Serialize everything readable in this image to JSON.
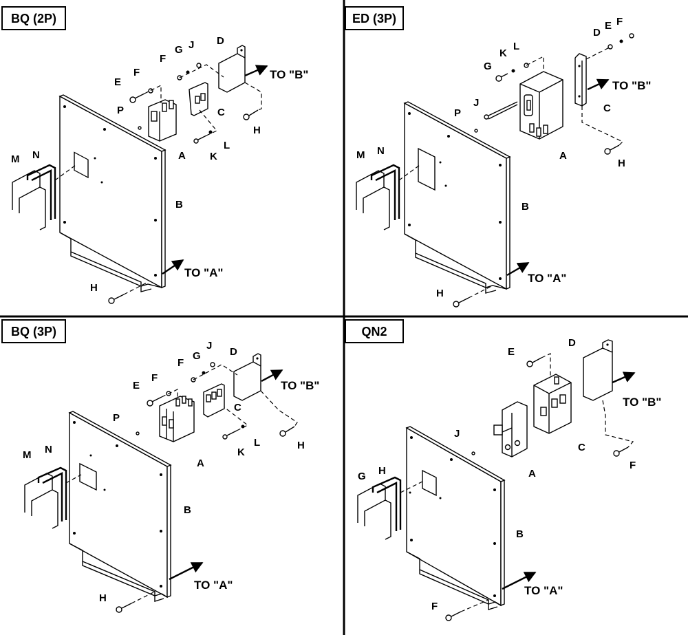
{
  "panels": [
    {
      "title": "BQ (2P)",
      "parts": [
        "A",
        "B",
        "C",
        "D",
        "E",
        "F",
        "F",
        "G",
        "H",
        "H",
        "J",
        "K",
        "L",
        "M",
        "N",
        "P"
      ],
      "arrows": [
        "TO \"B\"",
        "TO \"A\""
      ]
    },
    {
      "title": "ED (3P)",
      "parts": [
        "A",
        "B",
        "C",
        "D",
        "E",
        "F",
        "G",
        "H",
        "H",
        "J",
        "K",
        "L",
        "M",
        "N",
        "P"
      ],
      "arrows": [
        "TO \"B\"",
        "TO \"A\""
      ]
    },
    {
      "title": "BQ (3P)",
      "parts": [
        "A",
        "B",
        "C",
        "D",
        "E",
        "F",
        "F",
        "G",
        "H",
        "H",
        "J",
        "K",
        "L",
        "M",
        "N",
        "P"
      ],
      "arrows": [
        "TO \"B\"",
        "TO \"A\""
      ]
    },
    {
      "title": "QN2",
      "parts": [
        "A",
        "B",
        "C",
        "D",
        "E",
        "F",
        "F",
        "G",
        "H",
        "J"
      ],
      "arrows": [
        "TO \"B\"",
        "TO \"A\""
      ]
    }
  ]
}
